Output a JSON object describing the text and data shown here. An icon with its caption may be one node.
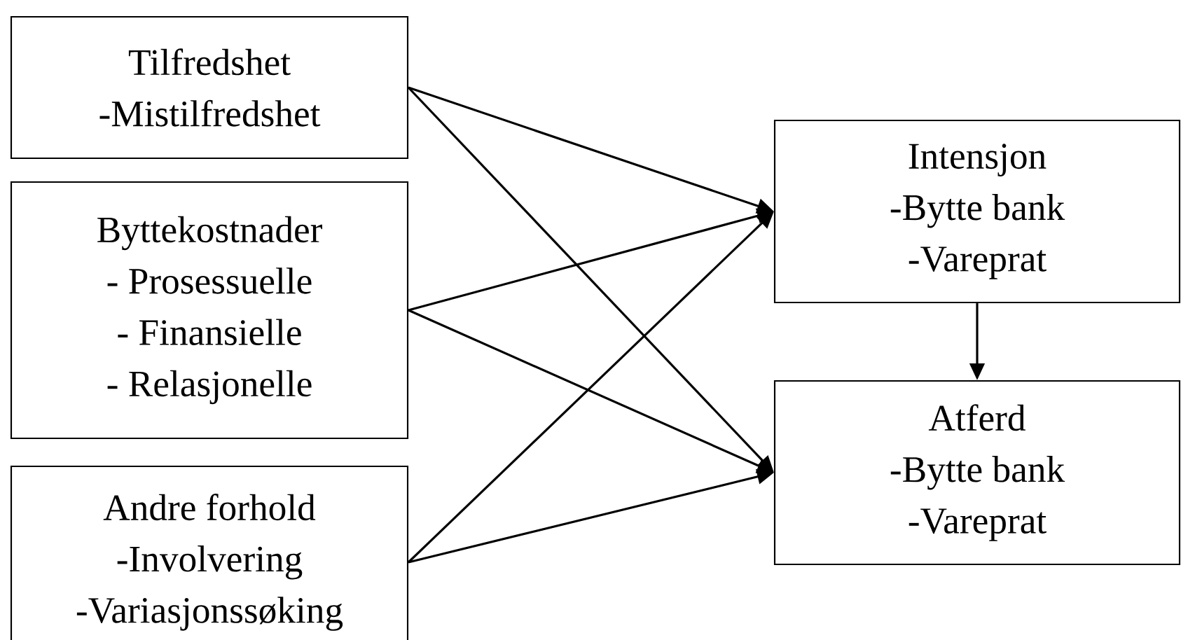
{
  "diagram": {
    "nodes": [
      {
        "text": [
          "Tilfredshet",
          "-Mistilfredshet"
        ]
      },
      {
        "text": [
          "Byttekostnader",
          "- Prosessuelle",
          "- Finansielle",
          "- Relasjonelle"
        ]
      },
      {
        "text": [
          "Andre forhold",
          "-Involvering",
          "-Variasjonssøking"
        ]
      },
      {
        "text": [
          "Intensjon",
          "-Bytte bank",
          "-Vareprat"
        ]
      },
      {
        "text": [
          "Atferd",
          "-Bytte bank",
          "-Vareprat"
        ]
      }
    ],
    "edges": [
      {
        "from": 0,
        "to": 3,
        "arrow": "to"
      },
      {
        "from": 0,
        "to": 4,
        "arrow": "to"
      },
      {
        "from": 1,
        "to": 3,
        "arrow": "to"
      },
      {
        "from": 1,
        "to": 4,
        "arrow": "to"
      },
      {
        "from": 2,
        "to": 3,
        "arrow": "to"
      },
      {
        "from": 2,
        "to": 4,
        "arrow": "to"
      },
      {
        "from": 3,
        "to": 4,
        "arrow": "to"
      }
    ]
  }
}
